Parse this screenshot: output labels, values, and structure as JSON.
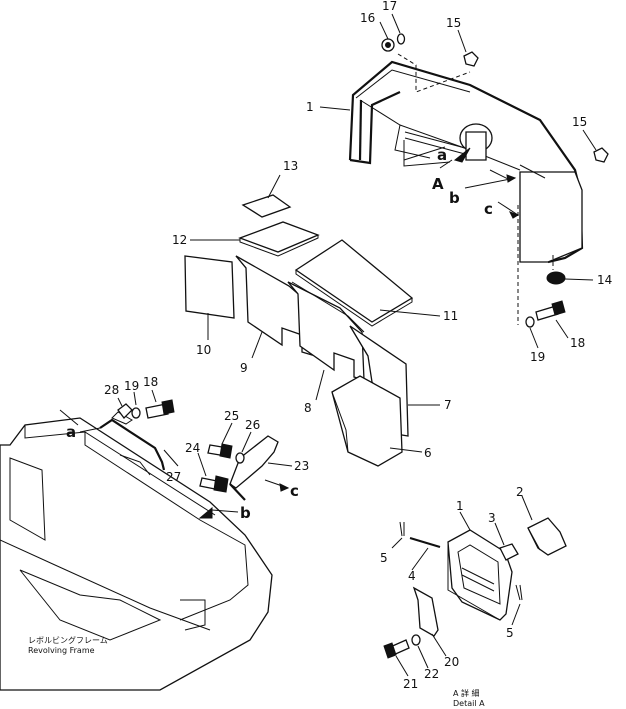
{
  "diagram": {
    "labels": [
      {
        "id": "1a",
        "text": "1"
      },
      {
        "id": "1b",
        "text": "1"
      },
      {
        "id": "2",
        "text": "2"
      },
      {
        "id": "3",
        "text": "3"
      },
      {
        "id": "4",
        "text": "4"
      },
      {
        "id": "5a",
        "text": "5"
      },
      {
        "id": "5b",
        "text": "5"
      },
      {
        "id": "6",
        "text": "6"
      },
      {
        "id": "7",
        "text": "7"
      },
      {
        "id": "8",
        "text": "8"
      },
      {
        "id": "9",
        "text": "9"
      },
      {
        "id": "10",
        "text": "10"
      },
      {
        "id": "11",
        "text": "11"
      },
      {
        "id": "12",
        "text": "12"
      },
      {
        "id": "13",
        "text": "13"
      },
      {
        "id": "14",
        "text": "14"
      },
      {
        "id": "15a",
        "text": "15"
      },
      {
        "id": "15b",
        "text": "15"
      },
      {
        "id": "16",
        "text": "16"
      },
      {
        "id": "17",
        "text": "17"
      },
      {
        "id": "18a",
        "text": "18"
      },
      {
        "id": "18b",
        "text": "18"
      },
      {
        "id": "19a",
        "text": "19"
      },
      {
        "id": "19b",
        "text": "19"
      },
      {
        "id": "20",
        "text": "20"
      },
      {
        "id": "21",
        "text": "21"
      },
      {
        "id": "22",
        "text": "22"
      },
      {
        "id": "23",
        "text": "23"
      },
      {
        "id": "24",
        "text": "24"
      },
      {
        "id": "25",
        "text": "25"
      },
      {
        "id": "26",
        "text": "26"
      },
      {
        "id": "27",
        "text": "27"
      },
      {
        "id": "28",
        "text": "28"
      }
    ],
    "markers": [
      {
        "id": "a_top",
        "text": "a"
      },
      {
        "id": "A_top",
        "text": "A"
      },
      {
        "id": "b_top",
        "text": "b"
      },
      {
        "id": "c_top",
        "text": "c"
      },
      {
        "id": "a_left",
        "text": "a"
      },
      {
        "id": "b_left",
        "text": "b"
      },
      {
        "id": "c_left",
        "text": "c"
      }
    ],
    "captions": {
      "frame_jp": "レボルビングフレーム",
      "frame_en": "Revolving Frame",
      "detail_jp": "A 詳 細",
      "detail_en": "Detail A"
    }
  }
}
